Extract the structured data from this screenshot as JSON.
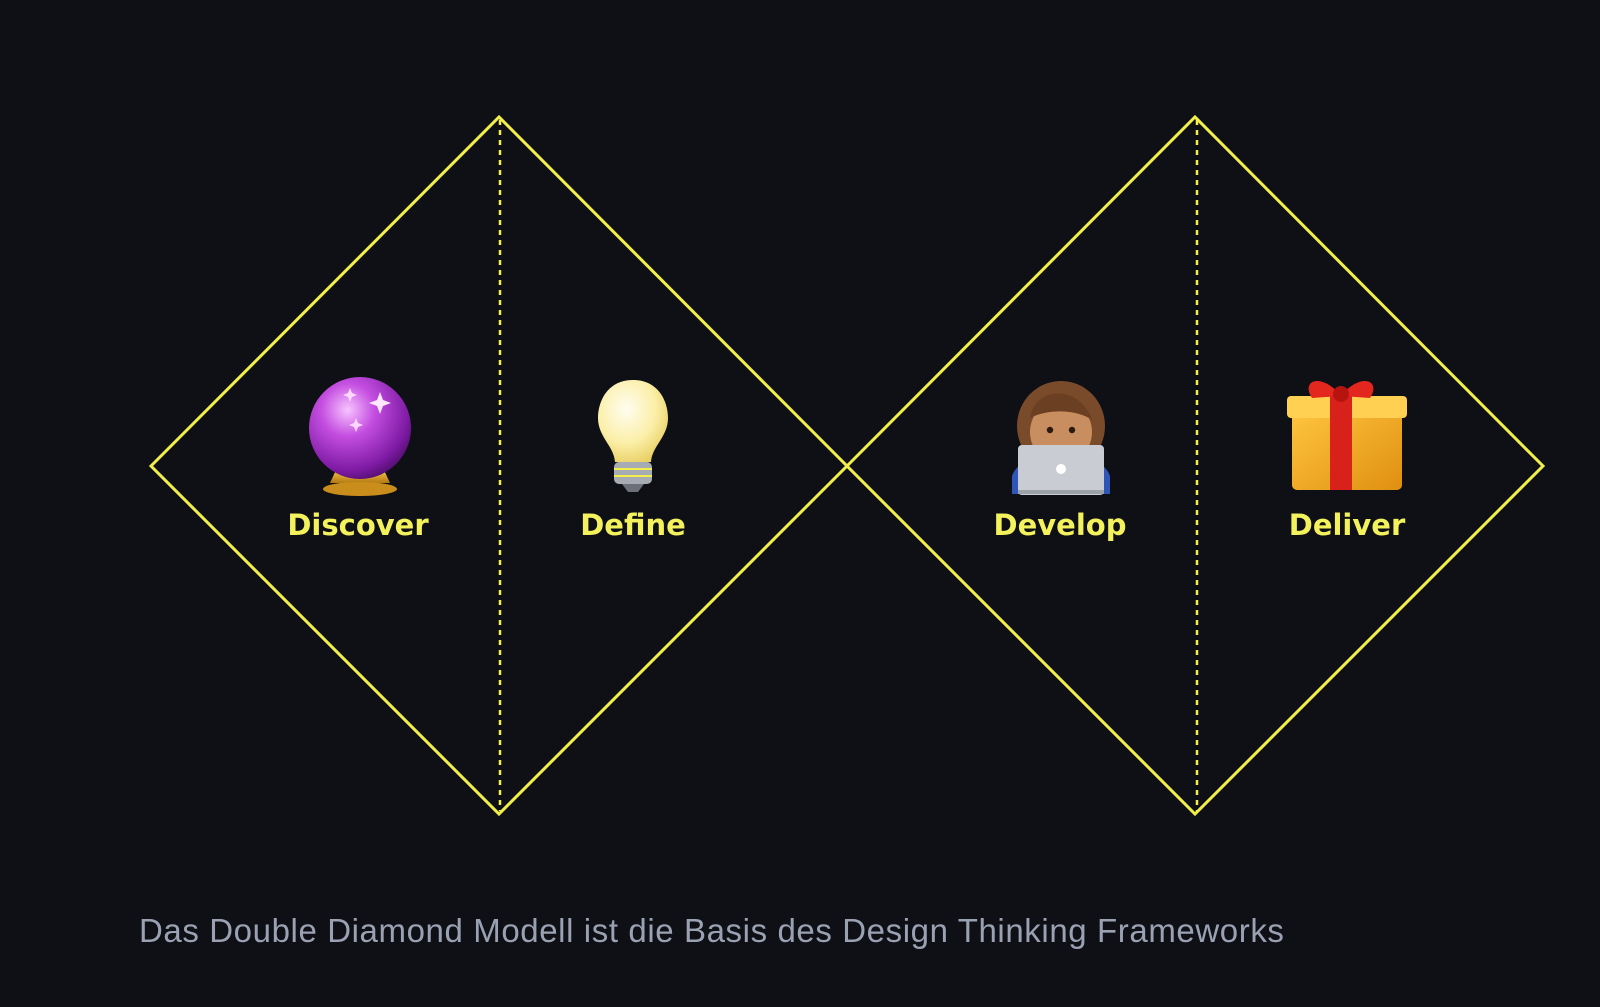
{
  "colors": {
    "background": "#0e1016",
    "outline": "#f2ef4a",
    "label": "#f3f15c",
    "caption": "#9aa1b2"
  },
  "diagram": {
    "phases": [
      {
        "label": "Discover",
        "icon": "crystal-ball-icon"
      },
      {
        "label": "Define",
        "icon": "light-bulb-icon"
      },
      {
        "label": "Develop",
        "icon": "technologist-icon"
      },
      {
        "label": "Deliver",
        "icon": "gift-icon"
      }
    ]
  },
  "caption": "Das Double Diamond Modell ist die Basis des Design Thinking Frameworks"
}
